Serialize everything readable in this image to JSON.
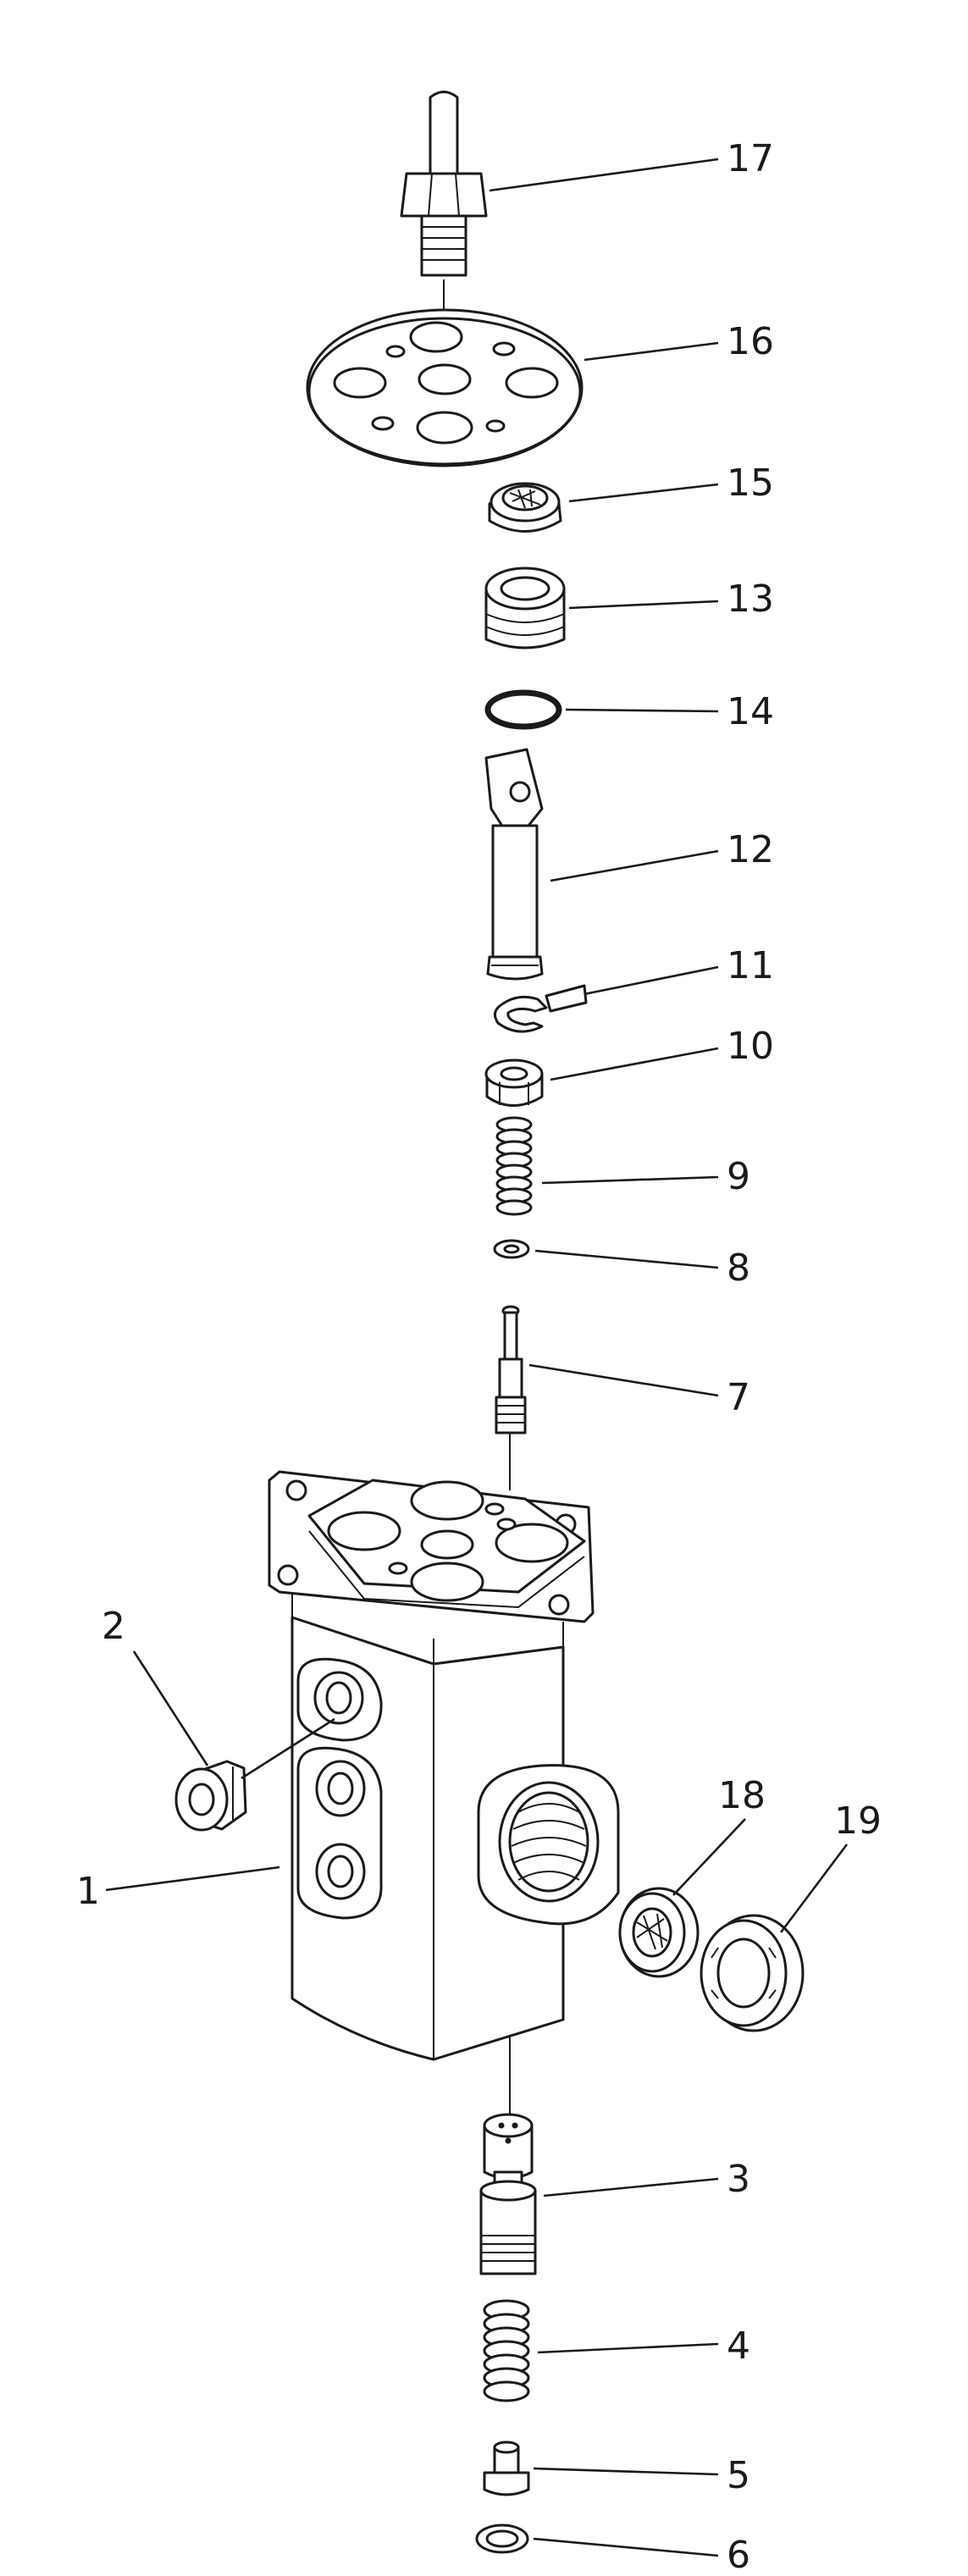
{
  "diagram": {
    "callouts": [
      {
        "id": "17",
        "label": "17"
      },
      {
        "id": "16",
        "label": "16"
      },
      {
        "id": "15",
        "label": "15"
      },
      {
        "id": "13",
        "label": "13"
      },
      {
        "id": "14",
        "label": "14"
      },
      {
        "id": "12",
        "label": "12"
      },
      {
        "id": "11",
        "label": "11"
      },
      {
        "id": "10",
        "label": "10"
      },
      {
        "id": "9",
        "label": "9"
      },
      {
        "id": "8",
        "label": "8"
      },
      {
        "id": "7",
        "label": "7"
      },
      {
        "id": "2",
        "label": "2"
      },
      {
        "id": "18",
        "label": "18"
      },
      {
        "id": "19",
        "label": "19"
      },
      {
        "id": "1",
        "label": "1"
      },
      {
        "id": "3",
        "label": "3"
      },
      {
        "id": "4",
        "label": "4"
      },
      {
        "id": "5",
        "label": "5"
      },
      {
        "id": "6",
        "label": "6"
      }
    ]
  }
}
